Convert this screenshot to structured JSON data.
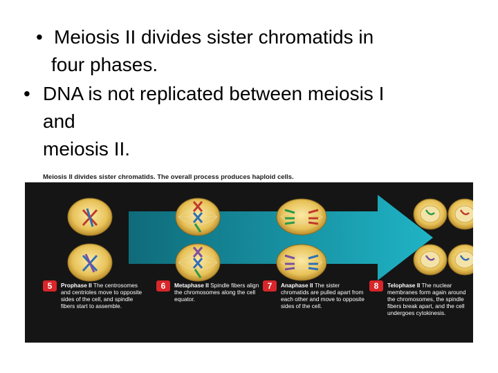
{
  "bullets": [
    {
      "lines": [
        "Meiosis II divides sister chromatids in",
        "four phases."
      ]
    },
    {
      "lines": [
        "DNA is not replicated between meiosis I",
        "and",
        "meiosis II."
      ]
    }
  ],
  "figure": {
    "caption": "Meiosis II divides sister chromatids. The overall process produces haploid cells.",
    "steps": [
      {
        "number": "5",
        "title": "Prophase II",
        "text": " The centrosomes and centrioles move to opposite sides of the cell, and spindle fibers start to assemble."
      },
      {
        "number": "6",
        "title": "Metaphase II",
        "text": " Spindle fibers align the chromosomes along the cell equator."
      },
      {
        "number": "7",
        "title": "Anaphase II",
        "text": " The sister chromatids are pulled apart from each other and move to opposite sides of the cell."
      },
      {
        "number": "8",
        "title": "Telophase II",
        "text": " The nuclear membranes form again around the chromosomes, the spindle fibers break apart, and the cell undergoes cytokinesis."
      }
    ],
    "colors": {
      "arrow": "#1aa6b7",
      "badge": "#d8262a",
      "cell": "#e8c35a",
      "background": "#151515"
    }
  }
}
